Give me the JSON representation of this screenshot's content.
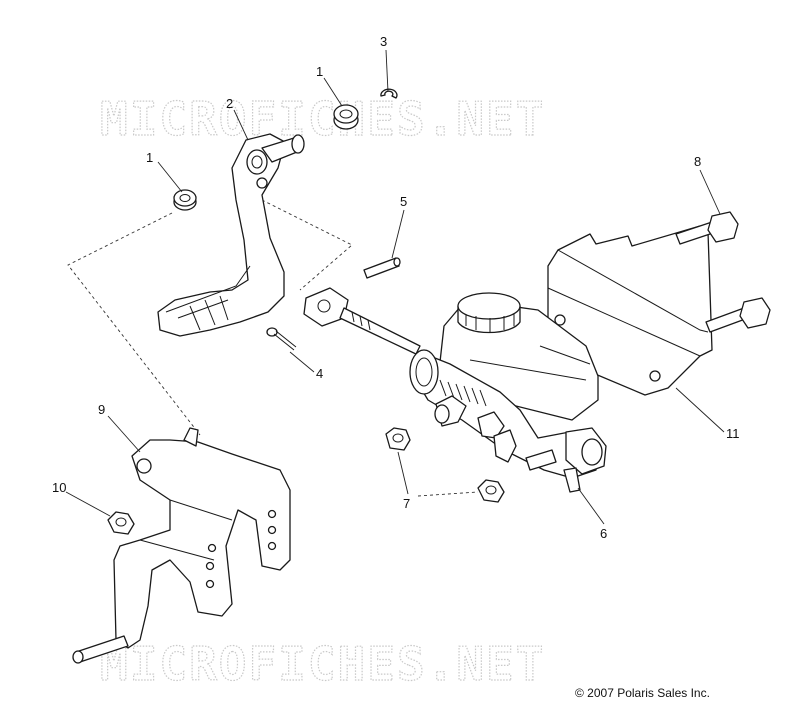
{
  "watermarks": [
    "MICROFICHES.NET",
    "MICROFICHES.NET"
  ],
  "copyright": "© 2007 Polaris Sales Inc.",
  "callouts": [
    {
      "id": "c1a",
      "label": "1"
    },
    {
      "id": "c1b",
      "label": "1"
    },
    {
      "id": "c2",
      "label": "2"
    },
    {
      "id": "c3",
      "label": "3"
    },
    {
      "id": "c4",
      "label": "4"
    },
    {
      "id": "c5",
      "label": "5"
    },
    {
      "id": "c6",
      "label": "6"
    },
    {
      "id": "c7",
      "label": "7"
    },
    {
      "id": "c8",
      "label": "8"
    },
    {
      "id": "c9",
      "label": "9"
    },
    {
      "id": "c10",
      "label": "10"
    },
    {
      "id": "c11",
      "label": "11"
    }
  ]
}
